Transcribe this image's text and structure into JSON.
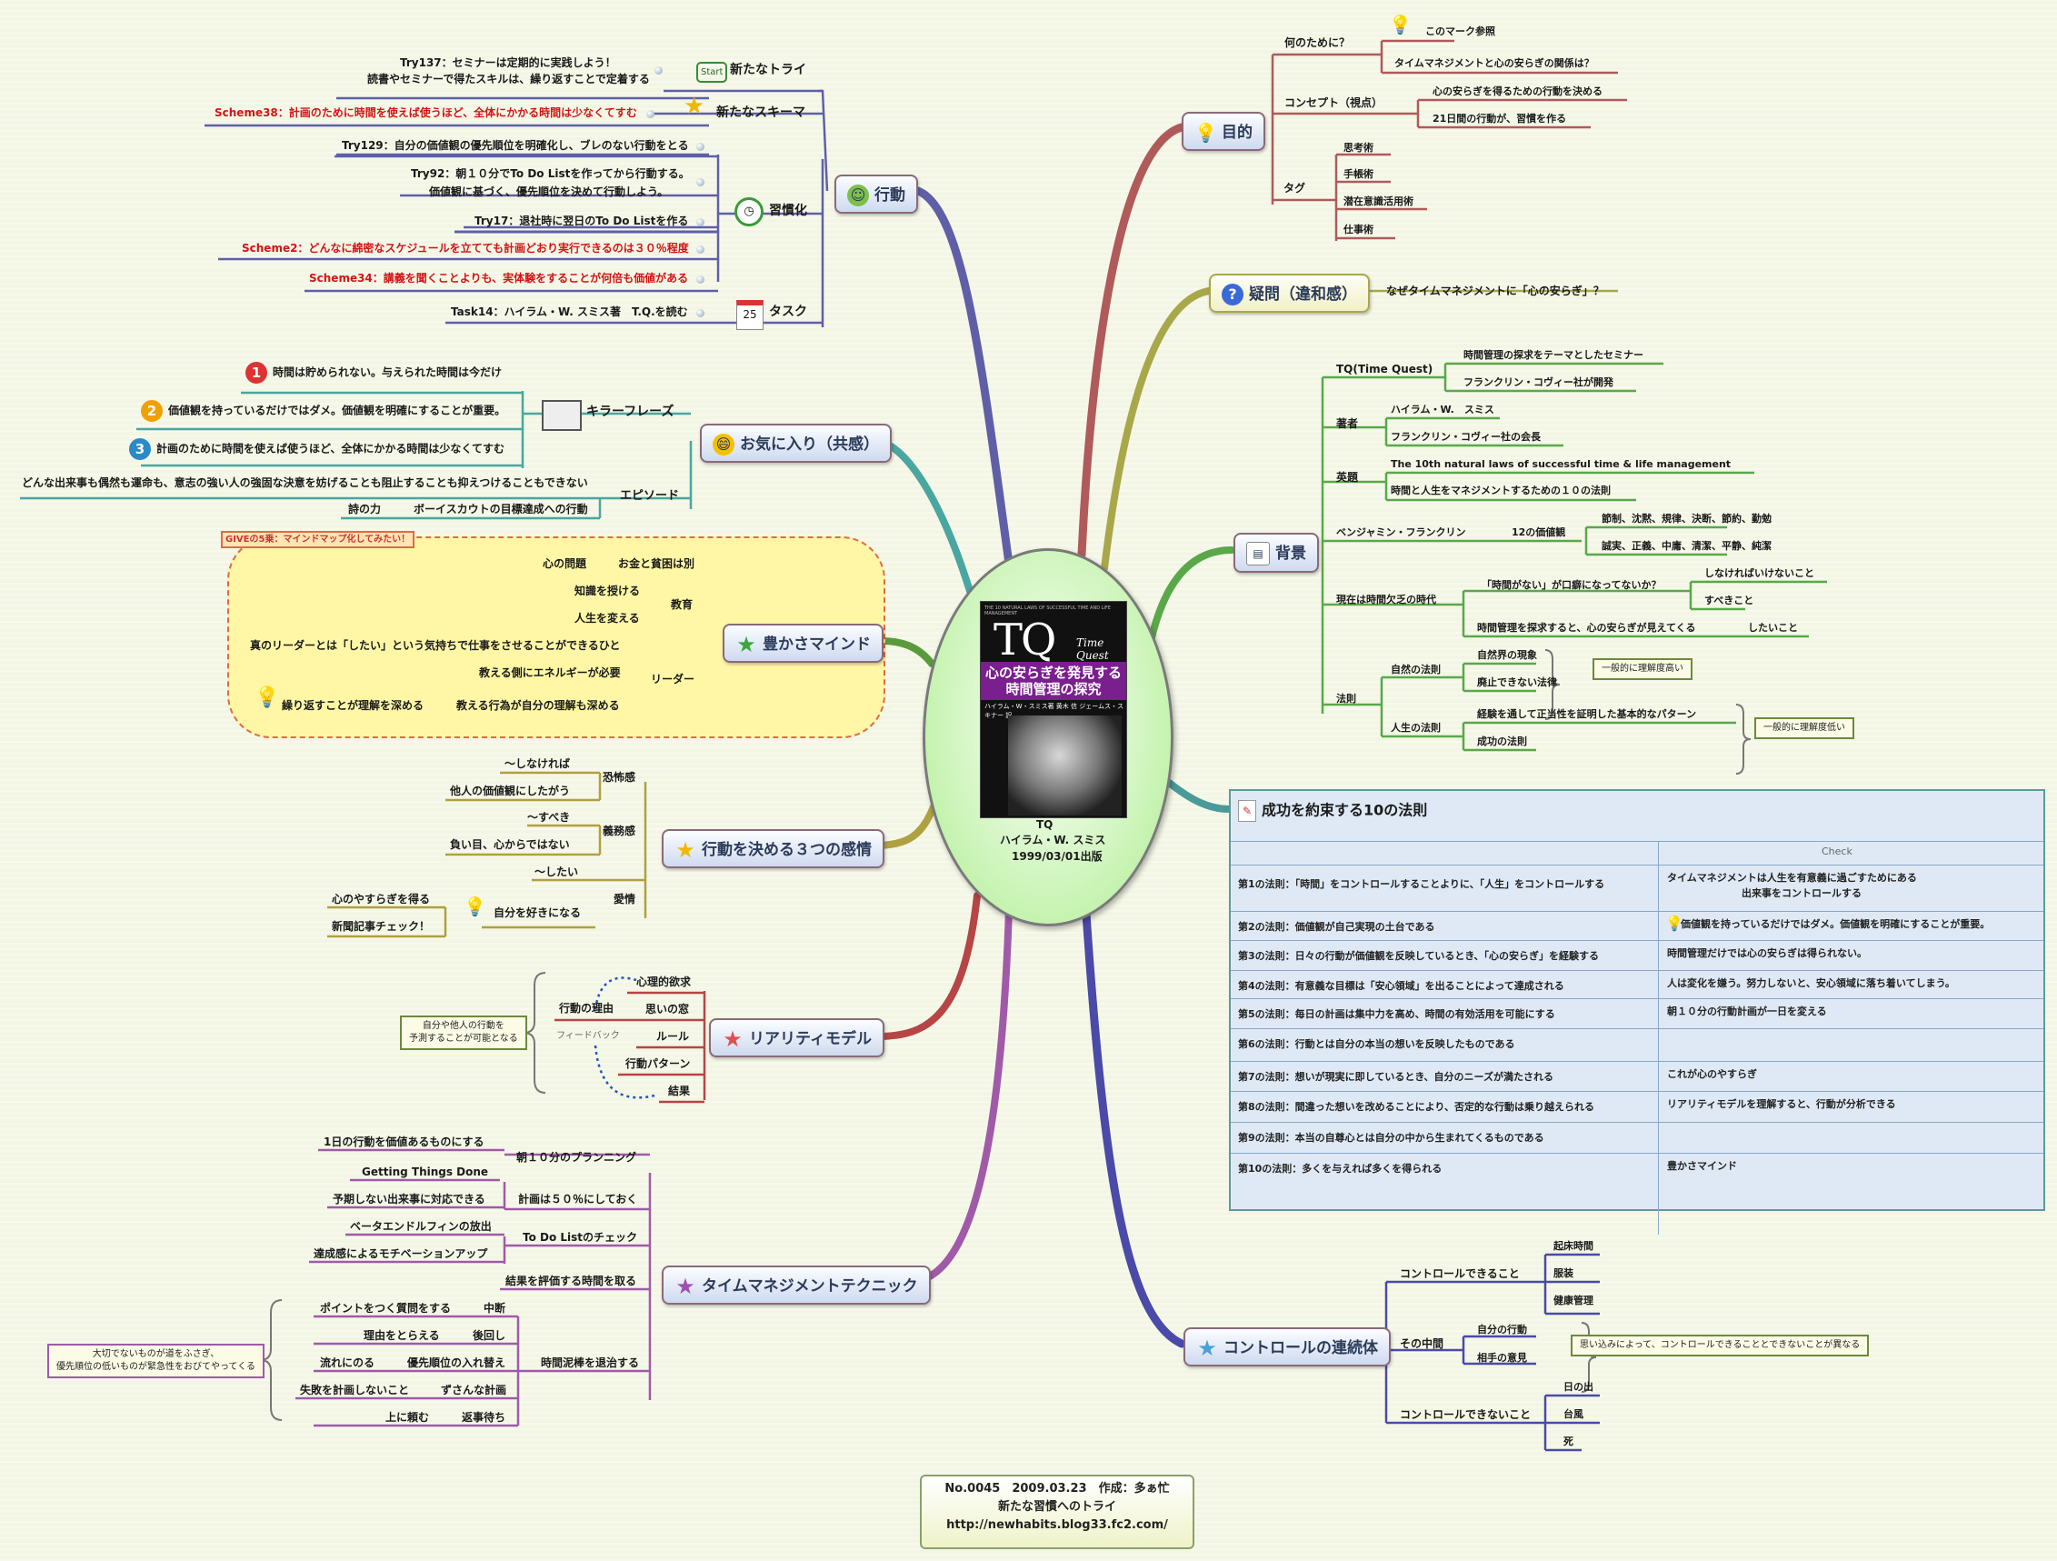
{
  "center": {
    "title": "TQ",
    "author": "ハイラム・W. スミス",
    "date": "1999/03/01出版",
    "book": {
      "tag": "THE 10 NATURAL LAWS OF SUCCESSFUL TIME AND LIFE MANAGEMENT",
      "logo": "TQ",
      "sub": "Time Quest",
      "jp1": "心の安らぎを発見する",
      "jp2": "時間管理の探究",
      "authors": "ハイラム・W・スミス著 黄木 信 ジェームス・スキナー 訳"
    }
  },
  "footer": {
    "line1": "No.0045　2009.03.23　作成：多ぁ忙",
    "line2": "新たな習慣へのトライ",
    "line3": "http://newhabits.blog33.fc2.com/"
  },
  "kodo": {
    "label": "行動",
    "shinatry": "新たなトライ",
    "start": "Start",
    "try137a": "Try137：セミナーは定期的に実践しよう！",
    "try137b": "読書やセミナーで得たスキルは、繰り返すことで定着する",
    "schema": "新たなスキーマ",
    "s38": "Scheme38：計画のために時間を使えば使うほど、全体にかかる時間は少なくてすむ",
    "try129": "Try129：自分の価値観の優先順位を明確化し、ブレのない行動をとる",
    "try92a": "Try92：朝１０分でTo Do Listを作ってから行動する。",
    "try92b": "価値観に基づく、優先順位を決めて行動しよう。",
    "shukan": "習慣化",
    "try17": "Try17：退社時に翌日のTo Do Listを作る",
    "s2": "Scheme2：どんなに綿密なスケジュールを立てても計画どおり実行できるのは３０％程度",
    "s34": "Scheme34：講義を聞くことよりも、実体験をすることが何倍も価値がある",
    "task": "タスク",
    "task14": "Task14：ハイラム・W. スミス著　T.Q.を読む"
  },
  "okini": {
    "label": "お気に入り（共感）",
    "key": "キラーフレーズ",
    "k1": "時間は貯められない。与えられた時間は今だけ",
    "k2": "価値観を持っているだけではダメ。価値観を明確にすることが重要。",
    "k3": "計画のために時間を使えば使うほど、全体にかかる時間は少なくてすむ",
    "episode": "エピソード",
    "ep1": "どんな出来事も偶然も運命も、意志の強い人の強固な決意を妨げることも阻止することも抑えつけることもできない",
    "ep2a": "詩の力",
    "ep2b": "ボーイスカウトの目標達成への行動"
  },
  "yutaka": {
    "label": "豊かさマインド",
    "note": "GIVEの5乗：マインドマップ化してみたい！",
    "kokoro": "心の問題",
    "okane": "お金と貧困は別",
    "chishiki": "知識を授ける",
    "jinsei": "人生を変える",
    "kyoiku": "教育",
    "leader1": "真のリーダーとは「したい」という気持ちで仕事をさせることができるひと",
    "leader2": "教える側にエネルギーが必要",
    "leader": "リーダー",
    "kurikae": "繰り返すことが理解を深める",
    "oshieru": "教える行為が自分の理解も深める"
  },
  "kanjo": {
    "label": "行動を決める３つの感情",
    "a1": "～しなければ",
    "a2": "他人の価値観にしたがう",
    "a": "恐怖感",
    "b1": "～すべき",
    "b2": "負い目、心からではない",
    "b": "義務感",
    "c1": "～したい",
    "c2": "心のやすらぎを得る",
    "c3": "新聞記事チェック！",
    "c4": "自分を好きになる",
    "c": "愛情"
  },
  "reality": {
    "label": "リアリティモデル",
    "note1": "自分や他人の行動を",
    "note2": "予測することが可能となる",
    "riyu": "行動の理由",
    "shinri": "心理的欲求",
    "omoi": "思いの窓",
    "rule": "ルール",
    "pattern": "行動パターン",
    "kekka": "結果",
    "fb": "フィードバック"
  },
  "tech": {
    "label": "タイムマネジメントテクニック",
    "p1": "1日の行動を価値あるものにする",
    "p2": "朝１０分のプランニング",
    "gtd": "Getting Things Done",
    "yoki": "予期しない出来事に対応できる",
    "keikaku": "計画は５０％にしておく",
    "beta": "ベータエンドルフィンの放出",
    "todo": "To Do Listのチェック",
    "tassei": "達成感によるモチベーションアップ",
    "hyoka": "結果を評価する時間を取る",
    "q1": "ポイントをつく質問をする",
    "chudan": "中断",
    "q2": "理由をとらえる",
    "atomawashi": "後回し",
    "q3": "流れにのる",
    "q3b": "優先順位の入れ替え",
    "q4": "失敗を計画しないこと",
    "q4b": "ずさんな計画",
    "q5": "上に頼む",
    "q5b": "返事待ち",
    "dorobo": "時間泥棒を退治する",
    "note1": "大切でないものが道をふさぎ、",
    "note2": "優先順位の低いものが緊急性をおびてやってくる"
  },
  "mokuteki": {
    "label": "目的",
    "nan": "何のために？",
    "mark": "このマーク参照",
    "rel": "タイムマネジメントと心の安らぎの関係は？",
    "concept": "コンセプト（視点）",
    "c1": "心の安らぎを得るための行動を決める",
    "c2": "21日間の行動が、習慣を作る",
    "tag": "タグ",
    "t1": "思考術",
    "t2": "手帳術",
    "t3": "潜在意識活用術",
    "t4": "仕事術"
  },
  "gimon": {
    "label": "疑問（違和感）",
    "q": "なぜタイムマネジメントに「心の安らぎ」？"
  },
  "haikei": {
    "label": "背景",
    "tq": "TQ(Time Quest)",
    "tq1": "時間管理の探求をテーマとしたセミナー",
    "tq2": "フランクリン・コヴィー社が開発",
    "chosha": "著者",
    "ch1": "ハイラム・W.　スミス",
    "ch2": "フランクリン・コヴィー社の会長",
    "eidai": "英題",
    "e1": "The 10th natural laws of successful time & life management",
    "e2": "時間と人生をマネジメントするための１０の法則",
    "ben": "ベンジャミン・フランクリン",
    "ben12": "12の価値観",
    "v1": "節制、沈黙、規律、決断、節約、勤勉",
    "v2": "誠実、正義、中庸、清潔、平静、純潔",
    "gendai": "現在は時間欠乏の時代",
    "jikan": "「時間がない」が口癖になってないか？",
    "shinakereba": "しなければいけないこと",
    "subeki": "すべきこと",
    "tanq": "時間管理を探求すると、心の安らぎが見えてくる",
    "shitai": "したいこと",
    "hosoku": "法則",
    "shizen": "自然の法則",
    "sz1": "自然界の現象",
    "sz2": "廃止できない法律",
    "n1": "一般的に理解度高い",
    "jinsei": "人生の法則",
    "js1": "経験を通して正当性を証明した基本的なパターン",
    "js2": "成功の法則",
    "n2": "一般的に理解度低い"
  },
  "hosoku10": {
    "title": "成功を約束する10の法則",
    "check": "Check",
    "rows": [
      [
        "第1の法則：「時間」をコントロールすることよりに、「人生」をコントロールする",
        "タイムマネジメントは人生を有意義に過ごすためにある",
        "出来事をコントロールする"
      ],
      [
        "第2の法則：価値観が自己実現の土台である",
        "価値観を持っているだけではダメ。価値観を明確にすることが重要。",
        ""
      ],
      [
        "第3の法則：日々の行動が価値観を反映しているとき、「心の安らぎ」を経験する",
        "時間管理だけでは心の安らぎは得られない。",
        ""
      ],
      [
        "第4の法則：有意義な目標は「安心領域」を出ることによって達成される",
        "人は変化を嫌う。努力しないと、安心領域に落ち着いてしまう。",
        ""
      ],
      [
        "第5の法則：毎日の計画は集中力を高め、時間の有効活用を可能にする",
        "朝１０分の行動計画が一日を変える",
        ""
      ],
      [
        "第6の法則：行動とは自分の本当の想いを反映したものである",
        "",
        ""
      ],
      [
        "第7の法則：想いが現実に即しているとき、自分のニーズが満たされる",
        "これが心のやすらぎ",
        ""
      ],
      [
        "第8の法則：間違った想いを改めることにより、否定的な行動は乗り越えられる",
        "リアリティモデルを理解すると、行動が分析できる",
        ""
      ],
      [
        "第9の法則：本当の自尊心とは自分の中から生まれてくるものである",
        "",
        ""
      ],
      [
        "第10の法則：多くを与えれば多くを得られる",
        "豊かさマインド",
        ""
      ]
    ]
  },
  "control": {
    "label": "コントロールの連続体",
    "can": "コントロールできること",
    "c1": "起床時間",
    "c2": "服装",
    "c3": "健康管理",
    "mid": "その中間",
    "m1": "自分の行動",
    "m2": "相手の意見",
    "note": "思い込みによって、コントロールできることとできないことが異なる",
    "cant": "コントロールできないこと",
    "x1": "日の出",
    "x2": "台風",
    "x3": "死"
  },
  "colors": {
    "kodo": "#5f5fa8",
    "okini": "#4aa6a0",
    "yutaka": "#5a9a3a",
    "kanjo": "#b0a040",
    "reality": "#b64545",
    "tech": "#a05aa8",
    "mokuteki": "#b05a5a",
    "gimon": "#a8a84a",
    "haikei": "#5aa84a",
    "hosoku": "#4a9a9a",
    "control": "#4a4aa8"
  }
}
